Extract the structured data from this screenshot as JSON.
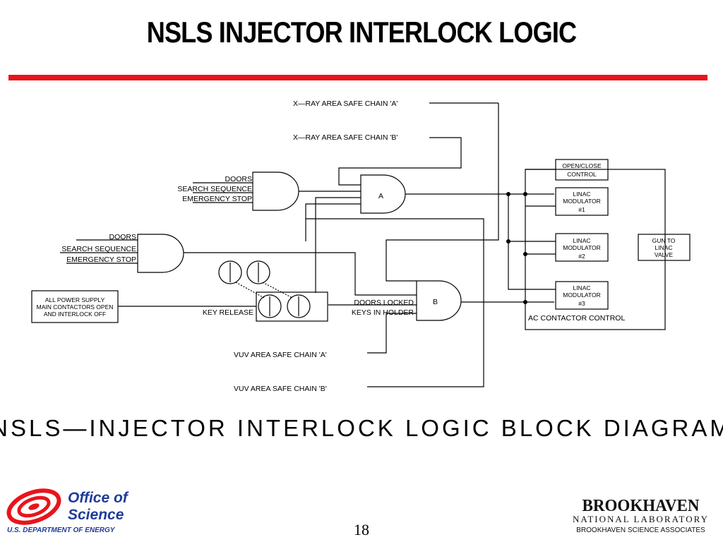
{
  "slide": {
    "title": "NSLS INJECTOR INTERLOCK LOGIC",
    "page_number": "18",
    "accent_color": "#e8141c"
  },
  "diagram": {
    "caption": "NSLS—INJECTOR  INTERLOCK  LOGIC  BLOCK  DIAGRAM",
    "inputs": {
      "xray_chain_a": "X—RAY  AREA  SAFE  CHAIN  'A'",
      "xray_chain_b": "X—RAY  AREA  SAFE  CHAIN  'B'",
      "vuv_chain_a": "VUV  AREA  SAFE  CHAIN  'A'",
      "vuv_chain_b": "VUV  AREA  SAFE  CHAIN  'B'"
    },
    "gate_upper_inputs": [
      "DOORS",
      "SEARCH  SEQUENCE",
      "EMERGENCY  STOP"
    ],
    "gate_lower_inputs": [
      "DOORS",
      "SEARCH  SEQUENCE",
      "EMERGENCY  STOP"
    ],
    "gate_a_label": "A",
    "gate_b_label": "B",
    "gate_b_inputs": [
      "DOORS  LOCKED",
      "KEYS  IN  HOLDER"
    ],
    "key_release_label": "KEY  RELEASE",
    "power_supply_box": [
      "ALL  POWER  SUPPLY",
      "MAIN  CONTACTORS  OPEN",
      "AND  INTERLOCK  OFF"
    ],
    "open_close_box": [
      "OPEN/CLOSE",
      "CONTROL"
    ],
    "modulators": [
      [
        "LINAC",
        "MODULATOR",
        "#1"
      ],
      [
        "LINAC",
        "MODULATOR",
        "#2"
      ],
      [
        "LINAC",
        "MODULATOR",
        "#3"
      ]
    ],
    "gun_box": [
      "GUN  TO",
      "LINAC",
      "VALVE"
    ],
    "ac_contactor_label": "AC  CONTACTOR  CONTROL"
  },
  "footer": {
    "office_line1": "Office of",
    "office_line2": "Science",
    "doe_line": "U.S. DEPARTMENT OF ENERGY",
    "bnl_name": "BROOKHAVEN",
    "bnl_lab": "NATIONAL LABORATORY",
    "bnl_assoc": "BROOKHAVEN SCIENCE ASSOCIATES",
    "office_logo_color": "#e8141c",
    "office_text_color": "#1f3c9a"
  }
}
